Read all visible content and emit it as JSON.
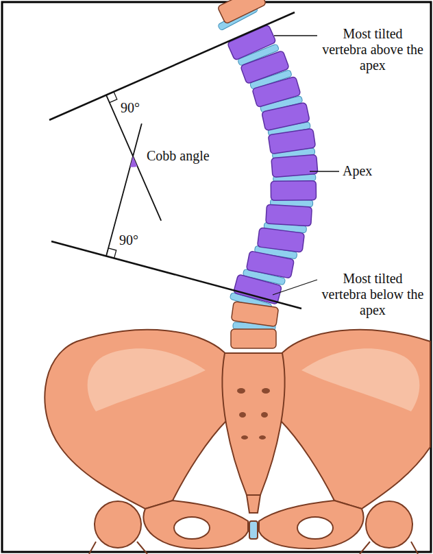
{
  "diagram": {
    "labels": [
      "Most tilted vertebra above the apex",
      "Apex",
      "Most tilted vertebra below the apex",
      "Cobb angle",
      "90°",
      "90°"
    ]
  }
}
